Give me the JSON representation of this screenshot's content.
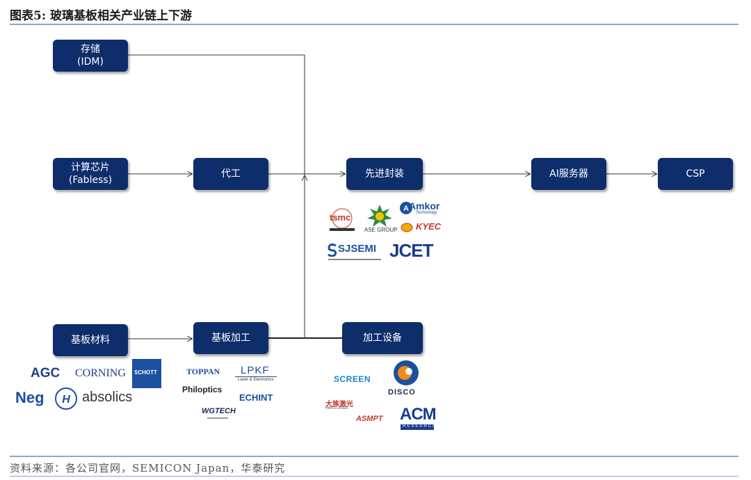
{
  "header": {
    "title": "图表5:  玻璃基板相关产业链上下游"
  },
  "nodes": {
    "storage": {
      "line1": "存储",
      "line2": "(IDM)"
    },
    "compute": {
      "line1": "计算芯片",
      "line2": "(Fabless)"
    },
    "foundry": {
      "line1": "代工"
    },
    "packaging": {
      "line1": "先进封装"
    },
    "ai_server": {
      "line1": "AI服务器"
    },
    "csp": {
      "line1": "CSP"
    },
    "substrate_material": {
      "line1": "基板材料"
    },
    "substrate_processing": {
      "line1": "基板加工"
    },
    "equipment": {
      "line1": "加工设备"
    }
  },
  "logos": {
    "packaging": {
      "tsmc": "tsmc",
      "ase": "ASE GROUP",
      "amkor": "Amkor",
      "amkor_sub": "Technology",
      "kyec": "KYEC",
      "sjsemi": "SJSEMI",
      "jcet": "JCET"
    },
    "materials": {
      "agc": "AGC",
      "corning": "CORNING",
      "schott": "SCHOTT",
      "neg": "Neg",
      "absolics": "absolics"
    },
    "processing": {
      "toppan": "TOPPAN",
      "lpkf": "LPKF",
      "lpkf_sub": "Laser & Electronics",
      "philoptics": "Philoptics",
      "echint": "ECHINT",
      "wgtech": "WGTECH"
    },
    "equipment": {
      "screen": "SCREEN",
      "disco": "DISCO",
      "hans": "大族激光",
      "hans_sub": "HAN'S LASER",
      "asmpt": "ASMPT",
      "acm": "ACM",
      "acm_sub": "RESEARCH"
    }
  },
  "footer": {
    "source": "资料来源：各公司官网，SEMICON Japan，华泰研究"
  },
  "colors": {
    "node_fill": "#0d2d6b",
    "rule": "#8aa8cc",
    "wire": "#333333"
  }
}
